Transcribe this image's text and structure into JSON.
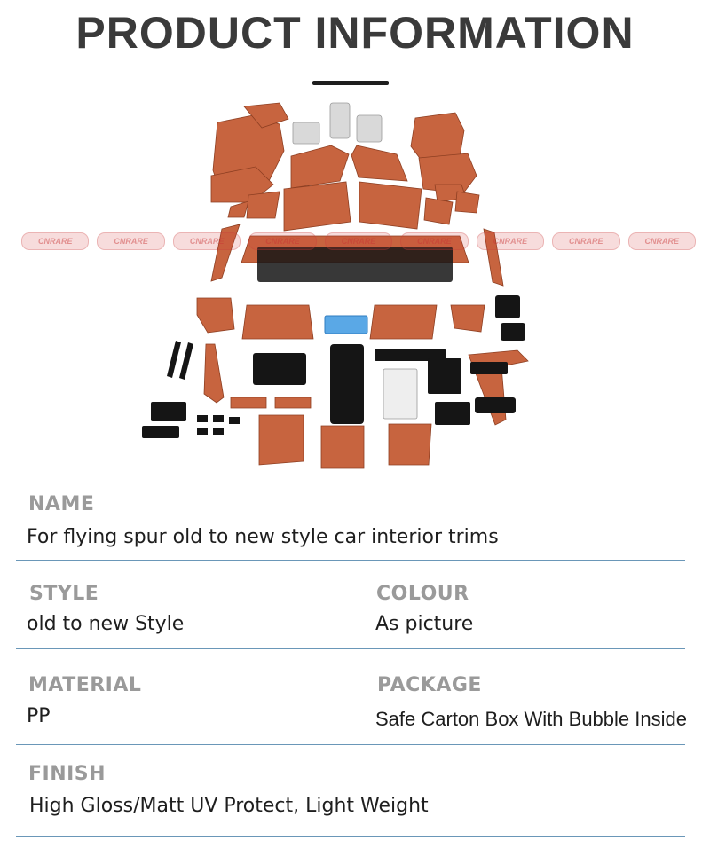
{
  "header": {
    "title": "PRODUCT INFORMATION"
  },
  "watermark": {
    "text": "CNRARE"
  },
  "info": {
    "name": {
      "label": "NAME",
      "value": "For flying spur old to new style car interior trims"
    },
    "style": {
      "label": "STYLE",
      "value": "old to new Style"
    },
    "colour": {
      "label": "COLOUR",
      "value": "As picture"
    },
    "material": {
      "label": "MATERIAL",
      "value": "PP"
    },
    "package": {
      "label": "PACKAGE",
      "value": "Safe Carton Box With Bubble Inside"
    },
    "finish": {
      "label": "FINISH",
      "value": "High Gloss/Matt UV Protect, Light Weight"
    }
  },
  "colors": {
    "title": "#3a3a3a",
    "label": "#9a9a9a",
    "value": "#1e1e1e",
    "divider": "#6a97b8",
    "leather": "#c7643f",
    "trim_black": "#151515"
  }
}
